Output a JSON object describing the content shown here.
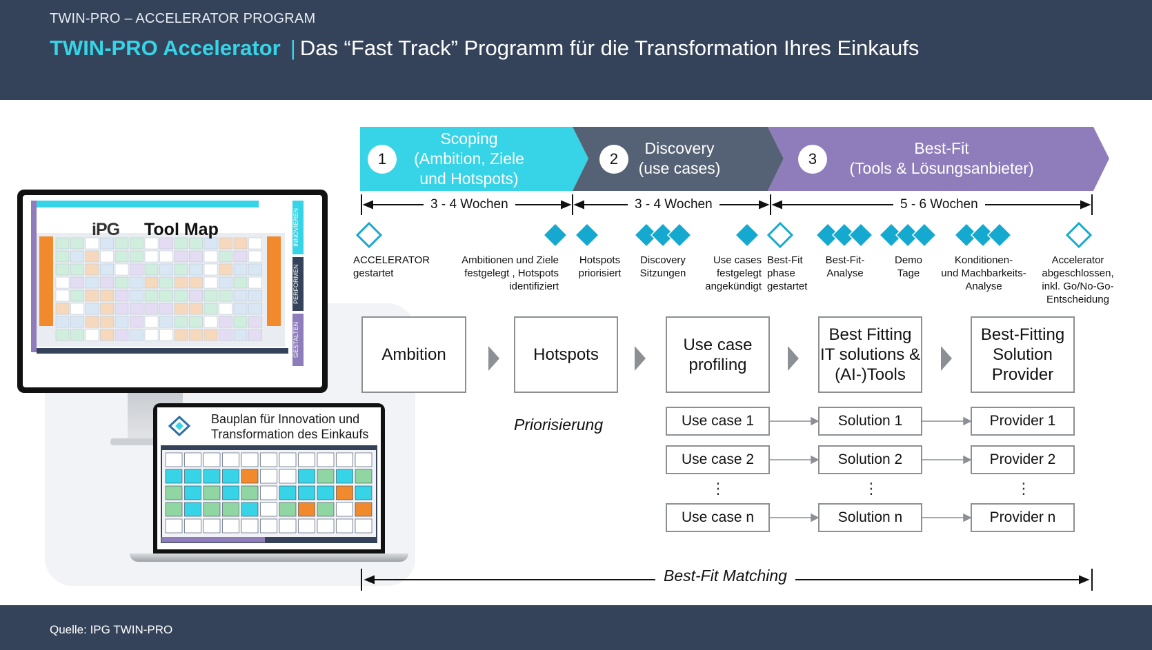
{
  "header": {
    "kicker": "TWIN-PRO – ACCELERATOR PROGRAM",
    "title_accent": "TWIN-PRO Accelerator",
    "title_separator": "|",
    "title_rest": "Das “Fast Track” Programm für die Transformation Ihres Einkaufs"
  },
  "colors": {
    "header_bg": "#34435a",
    "accent_cyan": "#37d3e6",
    "phase2": "#556275",
    "phase3": "#8e7dba",
    "milestone": "#16a9cf"
  },
  "visual": {
    "toolmap_title": "Tool Map",
    "toolmap_logo": "iPG",
    "toolmap_tabs": [
      "INNOVIEREN",
      "PERFORMEN",
      "GESTALTEN"
    ],
    "laptop_title": "Bauplan für Innovation und Transformation des Einkaufs",
    "laptop_logo_icon": "diamond-network-icon"
  },
  "phases": [
    {
      "number": "1",
      "label": "Scoping (Ambition, Ziele und Hotspots)",
      "label_lines": [
        "Scoping",
        "(Ambition, Ziele",
        "und Hotspots)"
      ],
      "duration": "3 - 4 Wochen"
    },
    {
      "number": "2",
      "label": "Discovery (use cases)",
      "label_lines": [
        "Discovery",
        "(use cases)"
      ],
      "duration": "3 - 4 Wochen"
    },
    {
      "number": "3",
      "label": "Best-Fit (Tools & Lösungsanbieter)",
      "label_lines": [
        "Best-Fit",
        "(Tools & Lösungsanbieter)"
      ],
      "duration": "5 - 6 Wochen"
    }
  ],
  "milestones": [
    {
      "lines": [
        "ACCELERATOR",
        "gestartet"
      ],
      "shape": "outline",
      "count": 1
    },
    {
      "lines": [
        "Ambitionen und Ziele",
        "festgelegt , Hotspots",
        "identifiziert"
      ],
      "shape": "filled",
      "count": 1
    },
    {
      "lines": [
        "Hotspots",
        "priorisiert"
      ],
      "shape": "filled",
      "count": 1
    },
    {
      "lines": [
        "Discovery",
        "Sitzungen"
      ],
      "shape": "filled",
      "count": 3
    },
    {
      "lines": [
        "Use cases",
        "festgelegt",
        "angekündigt"
      ],
      "shape": "filled",
      "count": 1
    },
    {
      "lines": [
        "Best-Fit",
        "phase",
        "gestartet"
      ],
      "shape": "outline",
      "count": 1
    },
    {
      "lines": [
        "Best-Fit-",
        "Analyse"
      ],
      "shape": "filled",
      "count": 3
    },
    {
      "lines": [
        "Demo",
        "Tage"
      ],
      "shape": "filled",
      "count": 3
    },
    {
      "lines": [
        "Konditionen-",
        "und Machbarkeits-",
        "Analyse"
      ],
      "shape": "filled",
      "count": 3
    },
    {
      "lines": [
        "Accelerator",
        "abgeschlossen,",
        "inkl. Go/No-Go-",
        "Entscheidung"
      ],
      "shape": "outline",
      "count": 1
    }
  ],
  "stages": [
    {
      "lines": [
        "Ambition"
      ]
    },
    {
      "lines": [
        "Hotspots"
      ]
    },
    {
      "lines": [
        "Use case",
        "profiling"
      ]
    },
    {
      "lines": [
        "Best Fitting",
        "IT solutions &",
        "(AI-)Tools"
      ]
    },
    {
      "lines": [
        "Best-Fitting",
        "Solution",
        "Provider"
      ]
    }
  ],
  "prioritization_label": "Priorisierung",
  "columns": {
    "use_cases": [
      "Use case 1",
      "Use case 2",
      "Use case n"
    ],
    "solutions": [
      "Solution 1",
      "Solution 2",
      "Solution n"
    ],
    "providers": [
      "Provider 1",
      "Provider 2",
      "Provider n"
    ],
    "ellipsis": "⋮"
  },
  "bestfit_matching": "Best-Fit Matching",
  "footer": {
    "source": "Quelle: IPG TWIN-PRO"
  }
}
